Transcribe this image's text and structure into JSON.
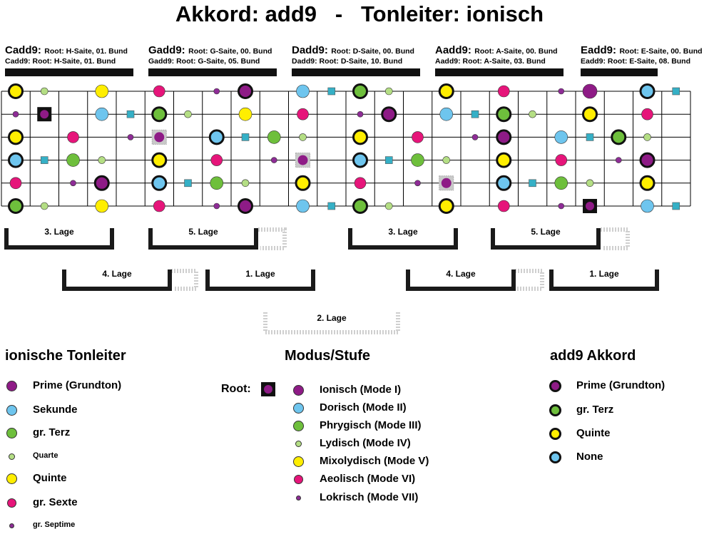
{
  "title": "Akkord: add9   -   Tonleiter: ionisch",
  "colors": {
    "prime": "#8e1b86",
    "sekunde": "#6ec5ee",
    "terz": "#6ebf3c",
    "quarte": "#b4de84",
    "quinte": "#ffee00",
    "sexte": "#e6157a",
    "septime": "#8e2c96",
    "teal": "#35b0c6"
  },
  "shapes": [
    {
      "name": "Cadd9:",
      "root": "Root: H-Saite, 01. Bund",
      "sub": "Cadd9: Root: H-Saite, 01. Bund"
    },
    {
      "name": "Gadd9:",
      "root": "Root: G-Saite, 00. Bund",
      "sub": "Gadd9: Root: G-Saite, 05. Bund"
    },
    {
      "name": "Dadd9:",
      "root": "Root: D-Saite, 00. Bund",
      "sub": "Dadd9: Root: D-Saite, 10. Bund"
    },
    {
      "name": "Aadd9:",
      "root": "Root: A-Saite, 00. Bund",
      "sub": "Aadd9: Root: A-Saite, 03. Bund"
    },
    {
      "name": "Eadd9:",
      "root": "Root: E-Saite, 00. Bund",
      "sub": "Eadd9: Root: E-Saite, 08. Bund"
    }
  ],
  "fretboard": {
    "notes": [
      {
        "string": 1,
        "fret": 0,
        "type": "quinte",
        "chord": "terz"
      },
      {
        "string": 1,
        "fret": 1,
        "type": "quarte"
      },
      {
        "string": 1,
        "fret": 3,
        "type": "quinte"
      },
      {
        "string": 1,
        "fret": 5,
        "type": "sexte"
      },
      {
        "string": 1,
        "fret": 7,
        "type": "septime"
      },
      {
        "string": 1,
        "fret": 8,
        "type": "prime",
        "chord": "terz"
      },
      {
        "string": 1,
        "fret": 10,
        "type": "sekunde"
      },
      {
        "string": 1,
        "fret": 11,
        "type": "teal-square"
      },
      {
        "string": 1,
        "fret": 12,
        "type": "terz",
        "chord": "terz"
      },
      {
        "string": 1,
        "fret": 13,
        "type": "quarte"
      },
      {
        "string": 1,
        "fret": 15,
        "type": "quinte",
        "chord": "terz"
      },
      {
        "string": 1,
        "fret": 17,
        "type": "sexte"
      },
      {
        "string": 1,
        "fret": 19,
        "type": "septime"
      },
      {
        "string": 1,
        "fret": 20,
        "type": "prime"
      },
      {
        "string": 1,
        "fret": 22,
        "type": "sekunde",
        "chord": "terz"
      },
      {
        "string": 1,
        "fret": 23,
        "type": "teal-square"
      },
      {
        "string": 2,
        "fret": 0,
        "type": "septime"
      },
      {
        "string": 2,
        "fret": 1,
        "type": "root"
      },
      {
        "string": 2,
        "fret": 3,
        "type": "sekunde"
      },
      {
        "string": 2,
        "fret": 4,
        "type": "teal-square"
      },
      {
        "string": 2,
        "fret": 5,
        "type": "terz",
        "chord": "terz"
      },
      {
        "string": 2,
        "fret": 6,
        "type": "quarte"
      },
      {
        "string": 2,
        "fret": 8,
        "type": "quinte"
      },
      {
        "string": 2,
        "fret": 10,
        "type": "sexte"
      },
      {
        "string": 2,
        "fret": 12,
        "type": "septime"
      },
      {
        "string": 2,
        "fret": 13,
        "type": "prime",
        "chord": "terz"
      },
      {
        "string": 2,
        "fret": 15,
        "type": "sekunde"
      },
      {
        "string": 2,
        "fret": 16,
        "type": "teal-square"
      },
      {
        "string": 2,
        "fret": 17,
        "type": "terz",
        "chord": "terz"
      },
      {
        "string": 2,
        "fret": 18,
        "type": "quarte"
      },
      {
        "string": 2,
        "fret": 20,
        "type": "quinte",
        "chord": "terz"
      },
      {
        "string": 2,
        "fret": 22,
        "type": "sexte"
      },
      {
        "string": 3,
        "fret": 0,
        "type": "quinte",
        "chord": "terz"
      },
      {
        "string": 3,
        "fret": 2,
        "type": "sexte"
      },
      {
        "string": 3,
        "fret": 4,
        "type": "septime"
      },
      {
        "string": 3,
        "fret": 5,
        "type": "root-box"
      },
      {
        "string": 3,
        "fret": 7,
        "type": "sekunde",
        "chord": "terz"
      },
      {
        "string": 3,
        "fret": 8,
        "type": "teal-square"
      },
      {
        "string": 3,
        "fret": 9,
        "type": "terz"
      },
      {
        "string": 3,
        "fret": 10,
        "type": "quarte"
      },
      {
        "string": 3,
        "fret": 12,
        "type": "quinte",
        "chord": "terz"
      },
      {
        "string": 3,
        "fret": 14,
        "type": "sexte"
      },
      {
        "string": 3,
        "fret": 16,
        "type": "septime"
      },
      {
        "string": 3,
        "fret": 17,
        "type": "prime",
        "chord": "terz"
      },
      {
        "string": 3,
        "fret": 19,
        "type": "sekunde"
      },
      {
        "string": 3,
        "fret": 20,
        "type": "teal-square"
      },
      {
        "string": 3,
        "fret": 21,
        "type": "terz",
        "chord": "terz"
      },
      {
        "string": 3,
        "fret": 22,
        "type": "quarte"
      },
      {
        "string": 4,
        "fret": 0,
        "type": "sekunde",
        "chord": "terz"
      },
      {
        "string": 4,
        "fret": 1,
        "type": "teal-square"
      },
      {
        "string": 4,
        "fret": 2,
        "type": "terz"
      },
      {
        "string": 4,
        "fret": 3,
        "type": "quarte"
      },
      {
        "string": 4,
        "fret": 5,
        "type": "quinte",
        "chord": "terz"
      },
      {
        "string": 4,
        "fret": 7,
        "type": "sexte"
      },
      {
        "string": 4,
        "fret": 9,
        "type": "septime"
      },
      {
        "string": 4,
        "fret": 10,
        "type": "root-box"
      },
      {
        "string": 4,
        "fret": 12,
        "type": "sekunde",
        "chord": "terz"
      },
      {
        "string": 4,
        "fret": 13,
        "type": "teal-square"
      },
      {
        "string": 4,
        "fret": 14,
        "type": "terz"
      },
      {
        "string": 4,
        "fret": 15,
        "type": "quarte"
      },
      {
        "string": 4,
        "fret": 17,
        "type": "quinte",
        "chord": "terz"
      },
      {
        "string": 4,
        "fret": 19,
        "type": "sexte"
      },
      {
        "string": 4,
        "fret": 21,
        "type": "septime"
      },
      {
        "string": 4,
        "fret": 22,
        "type": "prime",
        "chord": "terz"
      },
      {
        "string": 5,
        "fret": 0,
        "type": "sexte"
      },
      {
        "string": 5,
        "fret": 2,
        "type": "septime"
      },
      {
        "string": 5,
        "fret": 3,
        "type": "prime",
        "chord": "terz"
      },
      {
        "string": 5,
        "fret": 5,
        "type": "sekunde",
        "chord": "terz"
      },
      {
        "string": 5,
        "fret": 6,
        "type": "teal-square"
      },
      {
        "string": 5,
        "fret": 7,
        "type": "terz"
      },
      {
        "string": 5,
        "fret": 8,
        "type": "quarte"
      },
      {
        "string": 5,
        "fret": 10,
        "type": "quinte",
        "chord": "terz"
      },
      {
        "string": 5,
        "fret": 12,
        "type": "sexte"
      },
      {
        "string": 5,
        "fret": 14,
        "type": "septime"
      },
      {
        "string": 5,
        "fret": 15,
        "type": "root-box"
      },
      {
        "string": 5,
        "fret": 17,
        "type": "sekunde",
        "chord": "terz"
      },
      {
        "string": 5,
        "fret": 18,
        "type": "teal-square"
      },
      {
        "string": 5,
        "fret": 19,
        "type": "terz"
      },
      {
        "string": 5,
        "fret": 20,
        "type": "quarte"
      },
      {
        "string": 5,
        "fret": 22,
        "type": "quinte",
        "chord": "terz"
      },
      {
        "string": 6,
        "fret": 0,
        "type": "terz",
        "chord": "terz"
      },
      {
        "string": 6,
        "fret": 1,
        "type": "quarte"
      },
      {
        "string": 6,
        "fret": 3,
        "type": "quinte"
      },
      {
        "string": 6,
        "fret": 5,
        "type": "sexte"
      },
      {
        "string": 6,
        "fret": 7,
        "type": "septime"
      },
      {
        "string": 6,
        "fret": 8,
        "type": "prime",
        "chord": "terz"
      },
      {
        "string": 6,
        "fret": 10,
        "type": "sekunde"
      },
      {
        "string": 6,
        "fret": 11,
        "type": "teal-square"
      },
      {
        "string": 6,
        "fret": 12,
        "type": "terz",
        "chord": "terz"
      },
      {
        "string": 6,
        "fret": 13,
        "type": "quarte"
      },
      {
        "string": 6,
        "fret": 15,
        "type": "quinte",
        "chord": "terz"
      },
      {
        "string": 6,
        "fret": 17,
        "type": "sexte"
      },
      {
        "string": 6,
        "fret": 19,
        "type": "septime"
      },
      {
        "string": 6,
        "fret": 20,
        "type": "root"
      },
      {
        "string": 6,
        "fret": 22,
        "type": "sekunde"
      },
      {
        "string": 6,
        "fret": 23,
        "type": "teal-square"
      }
    ]
  },
  "positions": [
    {
      "label": "3. Lage"
    },
    {
      "label": "5. Lage"
    },
    {
      "label": "3. Lage"
    },
    {
      "label": "5. Lage"
    },
    {
      "label": "4. Lage"
    },
    {
      "label": "1. Lage"
    },
    {
      "label": "4. Lage"
    },
    {
      "label": "1. Lage"
    },
    {
      "label": "2. Lage"
    }
  ],
  "legend_scale": {
    "title": "ionische Tonleiter",
    "items": [
      {
        "label": "Prime (Grundton)",
        "type": "prime"
      },
      {
        "label": "Sekunde",
        "type": "sekunde"
      },
      {
        "label": "gr. Terz",
        "type": "terz"
      },
      {
        "label": "Quarte",
        "type": "quarte"
      },
      {
        "label": "Quinte",
        "type": "quinte"
      },
      {
        "label": "gr. Sexte",
        "type": "sexte"
      },
      {
        "label": "gr. Septime",
        "type": "septime"
      }
    ]
  },
  "legend_modes": {
    "title": "Modus/Stufe",
    "root_label": "Root:",
    "items": [
      {
        "label": "Ionisch (Mode I)",
        "type": "prime"
      },
      {
        "label": "Dorisch (Mode II)",
        "type": "sekunde"
      },
      {
        "label": "Phrygisch (Mode III)",
        "type": "terz"
      },
      {
        "label": "Lydisch (Mode IV)",
        "type": "quarte"
      },
      {
        "label": "Mixolydisch (Mode V)",
        "type": "quinte"
      },
      {
        "label": "Aeolisch (Mode VI)",
        "type": "sexte"
      },
      {
        "label": "Lokrisch (Mode VII)",
        "type": "septime"
      }
    ]
  },
  "legend_chord": {
    "title": "add9 Akkord",
    "items": [
      {
        "label": "Prime (Grundton)",
        "type": "prime"
      },
      {
        "label": "gr. Terz",
        "type": "terz"
      },
      {
        "label": "Quinte",
        "type": "quinte"
      },
      {
        "label": "None",
        "type": "sekunde"
      }
    ]
  }
}
